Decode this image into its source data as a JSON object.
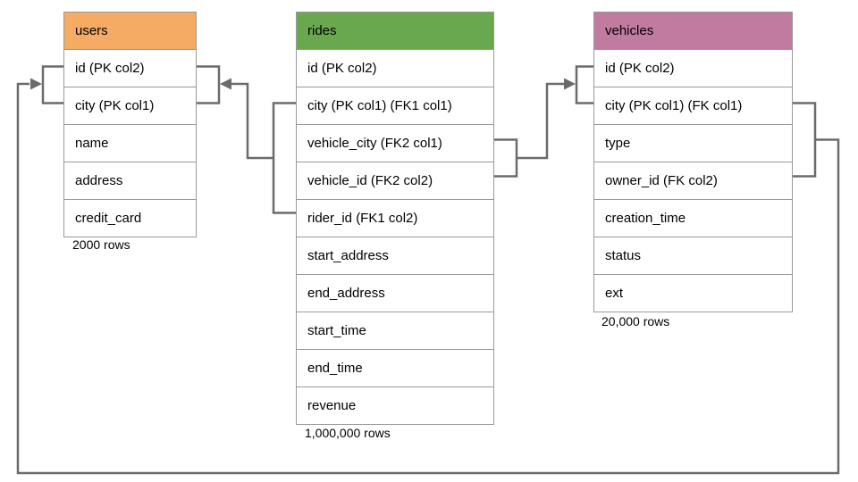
{
  "diagram": {
    "background_color": "#ffffff",
    "connector_color": "#6b6b6b",
    "table_border_color": "#999999",
    "tables": [
      {
        "id": "users",
        "title": "users",
        "header_color": "#f5ab63",
        "row_count_label": "2000 rows",
        "columns": [
          "id (PK col2)",
          "city (PK col1)",
          "name",
          "address",
          "credit_card"
        ]
      },
      {
        "id": "rides",
        "title": "rides",
        "header_color": "#6aa84f",
        "row_count_label": "1,000,000 rows",
        "columns": [
          "id (PK col2)",
          "city (PK col1) (FK1 col1)",
          "vehicle_city (FK2 col1)",
          "vehicle_id (FK2 col2)",
          "rider_id (FK1 col2)",
          "start_address",
          "end_address",
          "start_time",
          "end_time",
          "revenue"
        ]
      },
      {
        "id": "vehicles",
        "title": "vehicles",
        "header_color": "#c27ba0",
        "row_count_label": "20,000 rows",
        "columns": [
          "id (PK col2)",
          "city (PK col1) (FK col1)",
          "type",
          "owner_id (FK col2)",
          "creation_time",
          "status",
          "ext"
        ]
      }
    ],
    "relationships": [
      {
        "from": "rides (city, rider_id) FK1",
        "to": "users (city, id)"
      },
      {
        "from": "rides (vehicle_city, vehicle_id) FK2",
        "to": "vehicles (city, id)"
      },
      {
        "from": "vehicles (city, owner_id) FK",
        "to": "users (city, id)"
      }
    ]
  }
}
